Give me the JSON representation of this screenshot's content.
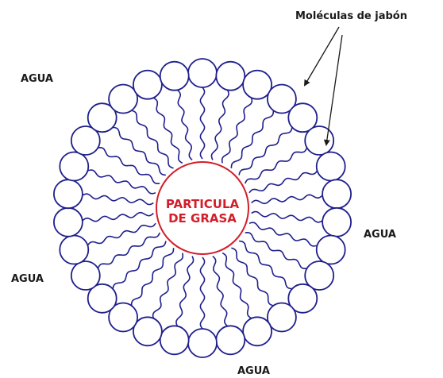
{
  "labels": {
    "agua_top_left": "AGUA",
    "agua_right": "AGUA",
    "agua_left": "AGUA",
    "agua_bottom": "AGUA",
    "soap_molecules": "Moléculas de jabón",
    "center_line1": "PARTICULA",
    "center_line2": "DE GRASA"
  },
  "micelle": {
    "molecule_count": 30
  },
  "colors": {
    "molecule": "#1f1f8c",
    "center_outline": "#d21e2a",
    "center_text": "#d21e2a",
    "text": "#1a1a1a"
  }
}
